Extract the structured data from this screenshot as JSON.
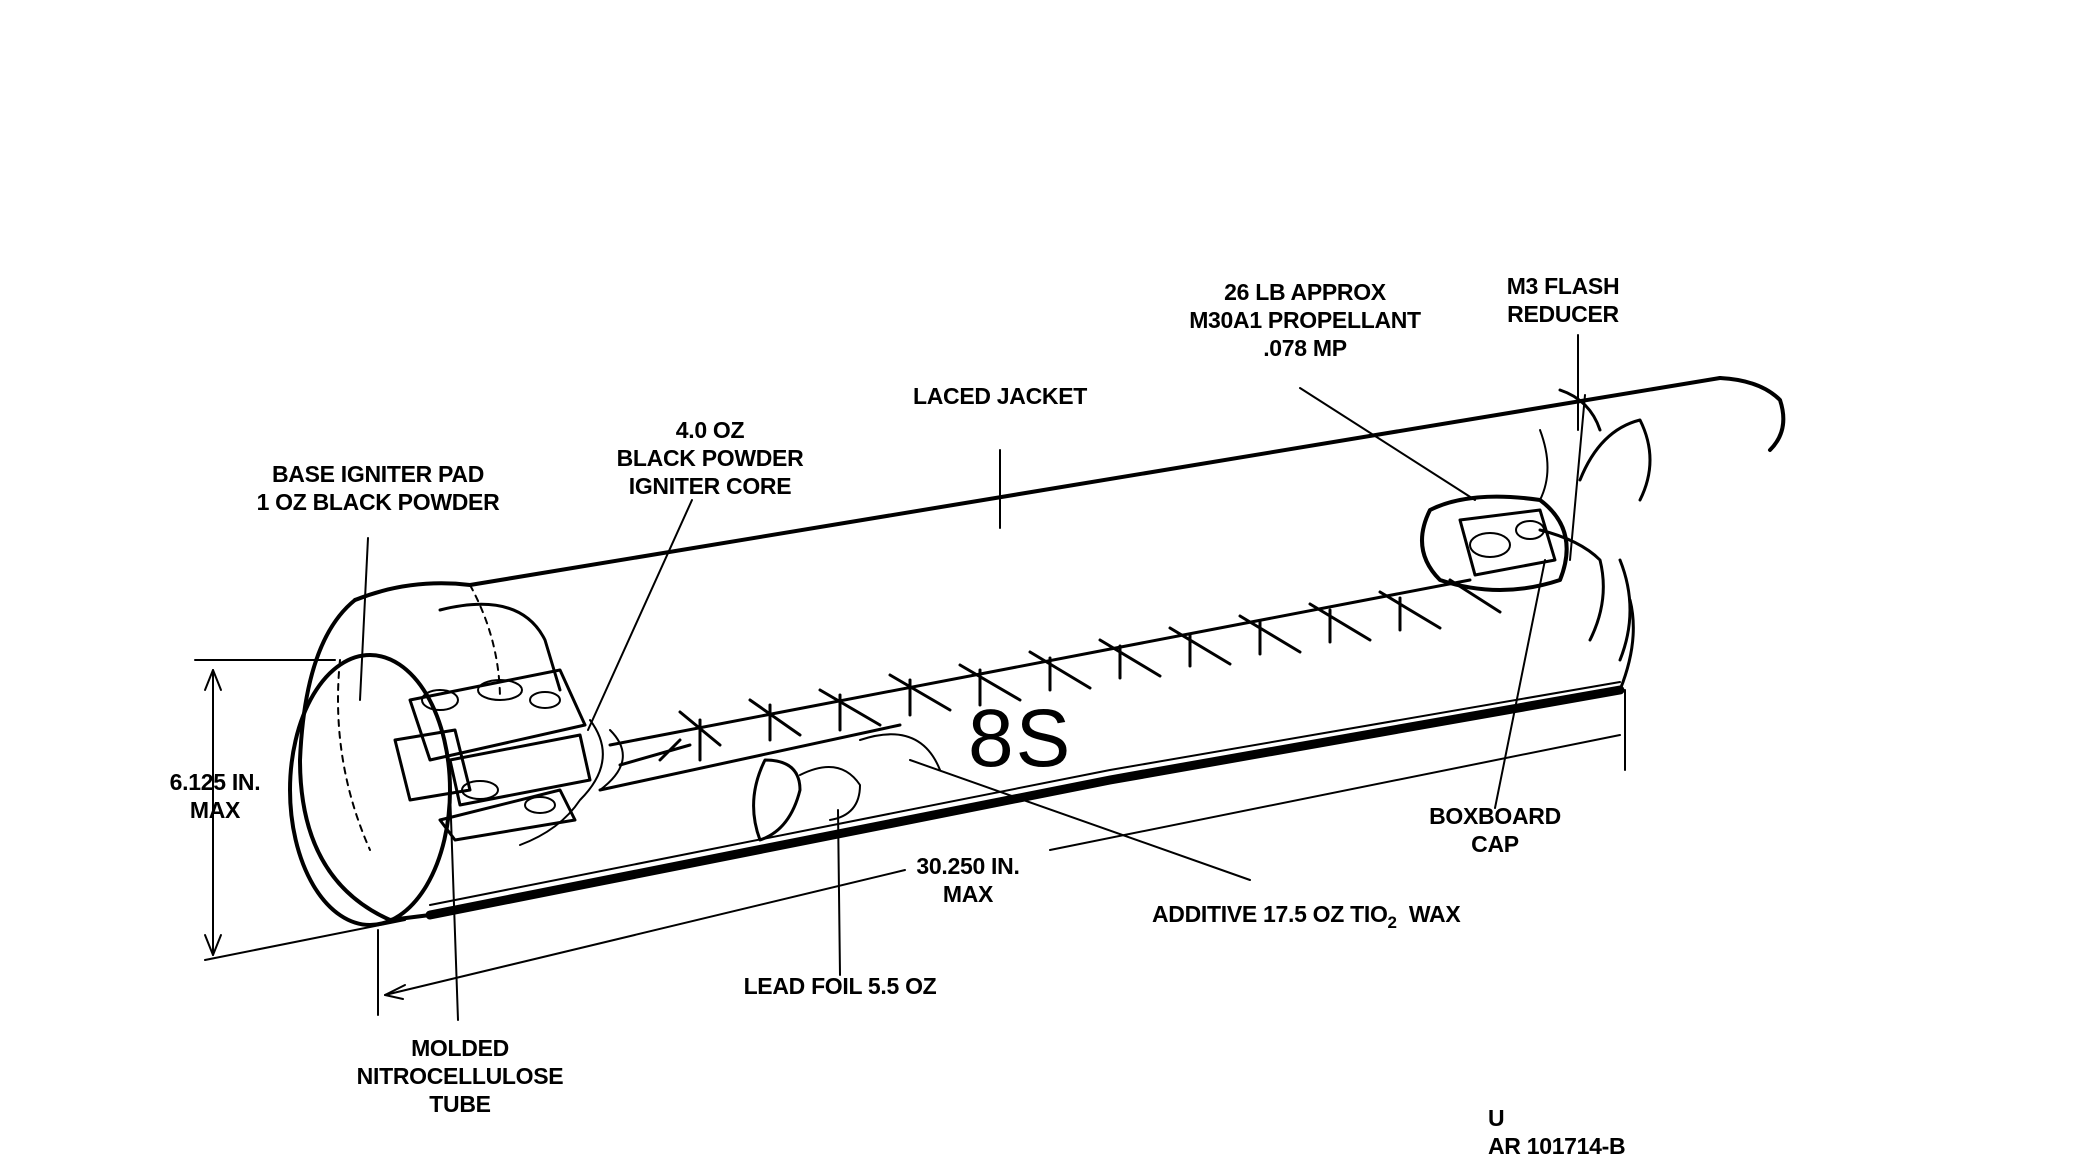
{
  "figure_id": {
    "line1": "U",
    "line2": "AR 101714-B"
  },
  "marking": "8S",
  "labels": {
    "base_igniter": {
      "line1": "BASE IGNITER PAD",
      "line2": "1 OZ BLACK POWDER"
    },
    "igniter_core": {
      "line1": "4.0 OZ",
      "line2": "BLACK POWDER",
      "line3": "IGNITER CORE"
    },
    "laced_jacket": "LACED JACKET",
    "propellant": {
      "line1": "26 LB  APPROX",
      "line2": "M30A1 PROPELLANT",
      "line3": ".078 MP"
    },
    "flash_reducer": {
      "line1": "M3 FLASH",
      "line2": "REDUCER"
    },
    "diameter": {
      "line1": "6.125 IN.",
      "line2": "MAX"
    },
    "length": {
      "line1": "30.250 IN.",
      "line2": "MAX"
    },
    "boxboard_cap": {
      "line1": "BOXBOARD",
      "line2": "CAP"
    },
    "additive": {
      "prefix": "ADDITIVE 17.5 OZ TIO",
      "subscript": "2",
      "suffix": "WAX"
    },
    "lead_foil": "LEAD FOIL 5.5 OZ",
    "nitrocellulose_tube": {
      "line1": "MOLDED",
      "line2": "NITROCELLULOSE",
      "line3": "TUBE"
    }
  }
}
